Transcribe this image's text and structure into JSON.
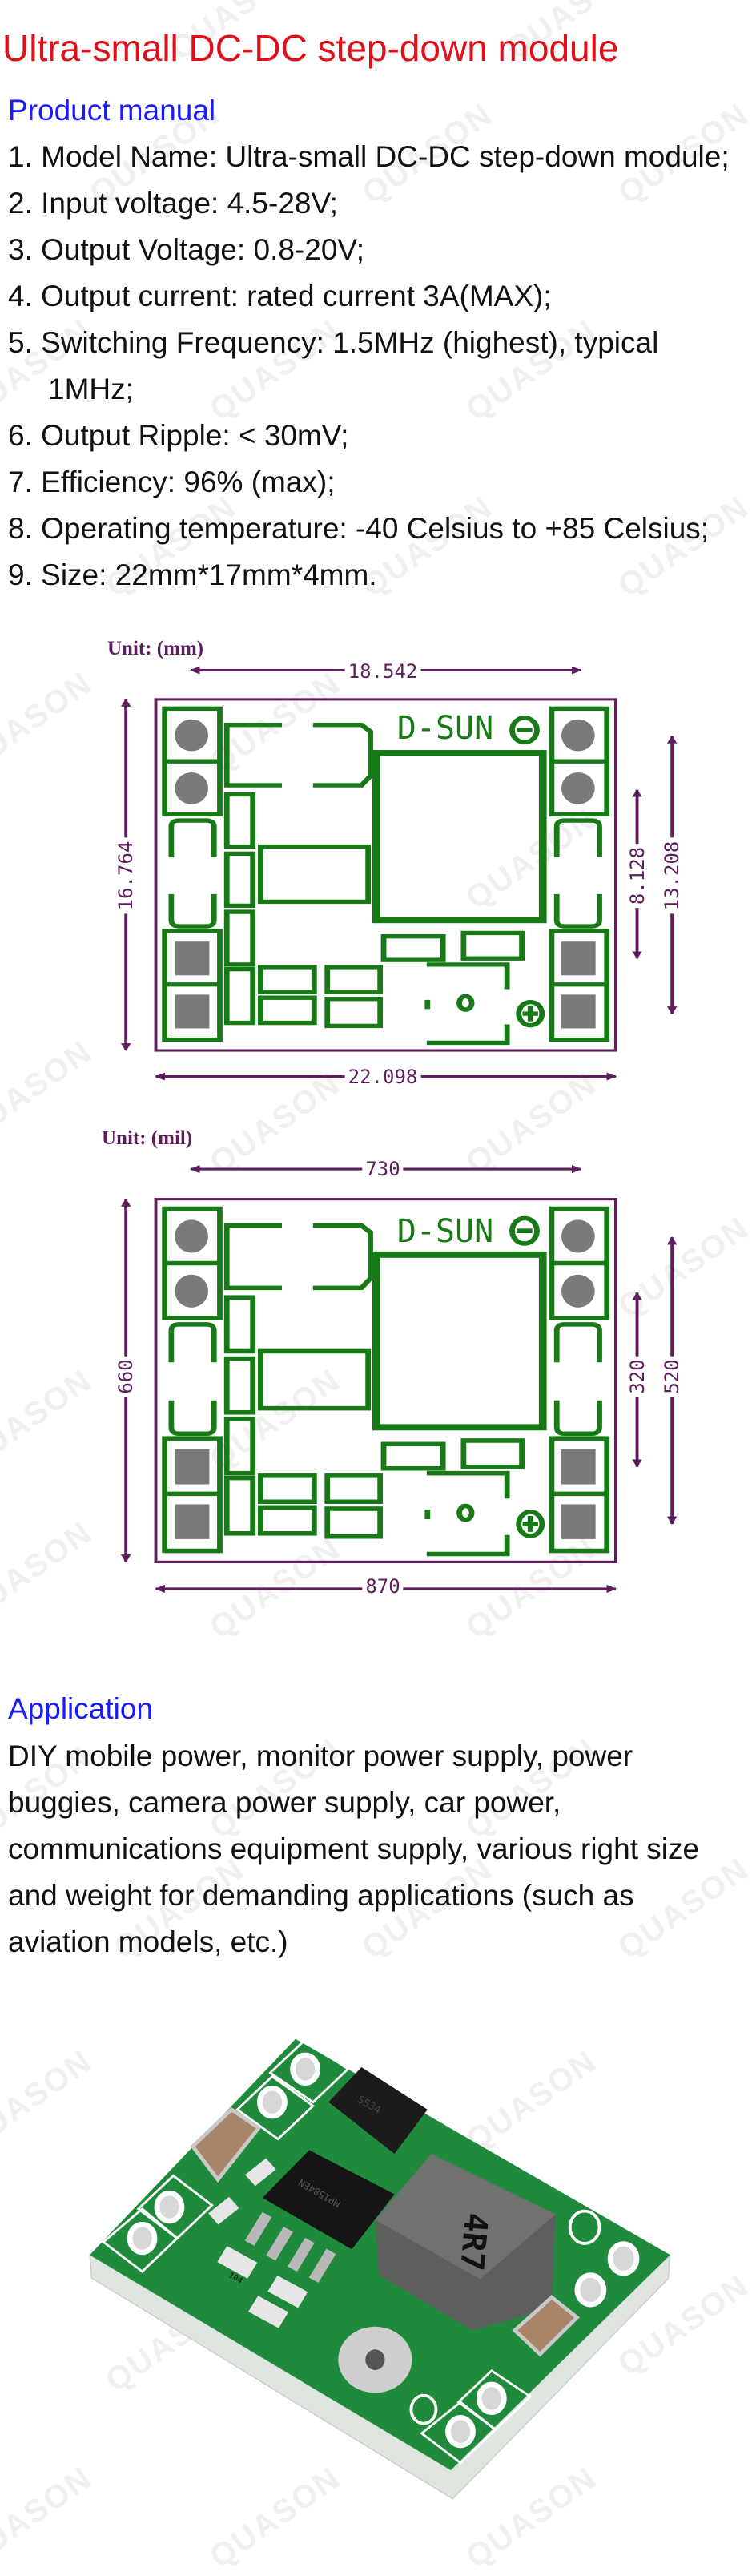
{
  "header": {
    "title": "Ultra-small DC-DC step-down module"
  },
  "manual": {
    "heading": "Product manual",
    "items": [
      "1. Model Name: Ultra-small DC-DC step-down module;",
      "2. Input voltage: 4.5-28V;",
      "3. Output Voltage: 0.8-20V;",
      "4. Output current: rated current 3A(MAX);",
      "5. Switching Frequency: 1.5MHz (highest), typical 1MHz;",
      "6. Output Ripple: < 30mV;",
      "7. Efficiency: 96% (max);",
      "8. Operating temperature: -40 Celsius to +85 Celsius;",
      "9. Size: 22mm*17mm*4mm."
    ]
  },
  "diagram_mm": {
    "unit": "Unit: (mm)",
    "brand": "D-SUN",
    "top_width": "18.542",
    "bottom_width": "22.098",
    "left_height": "16.764",
    "inner_height": "8.128",
    "outer_height": "13.208"
  },
  "diagram_mil": {
    "unit": "Unit: (mil)",
    "brand": "D-SUN",
    "top_width": "730",
    "bottom_width": "870",
    "left_height": "660",
    "inner_height": "320",
    "outer_height": "520"
  },
  "application": {
    "heading": "Application",
    "lines": [
      "DIY mobile power, monitor power supply, power",
      "buggies, camera power supply, car power,",
      "communications equipment supply, various right size",
      "and weight for demanding applications (such as",
      "aviation models, etc.)"
    ]
  },
  "photo": {
    "inductor_mark": "4R7",
    "diode_mark": "SS34",
    "ic_mark": "MP1584EN",
    "resistor_mark": "104"
  },
  "watermark": "QUASON",
  "colors": {
    "title": "#e0101a",
    "heading": "#1a1aff",
    "dimension": "#5e1e5e",
    "silkscreen": "#177a17",
    "pcb": "#1f8a3c"
  }
}
